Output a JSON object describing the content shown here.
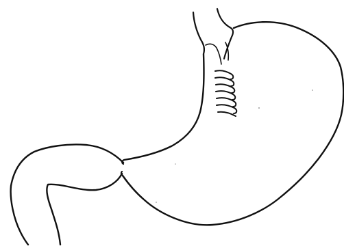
{
  "figure": {
    "subject": "stomach-with-sutured-fundoplication",
    "colors": {
      "background": "#ffffff",
      "line": "#111111",
      "speck": "#9a9a9a"
    },
    "icons": {
      "esophagus": "esophagus-outline",
      "fundus": "fundus-outline",
      "body": "stomach-body-outline",
      "pylorus": "pylorus-outline",
      "duodenum": "duodenum-outline",
      "sutures": "suture-loops"
    }
  }
}
